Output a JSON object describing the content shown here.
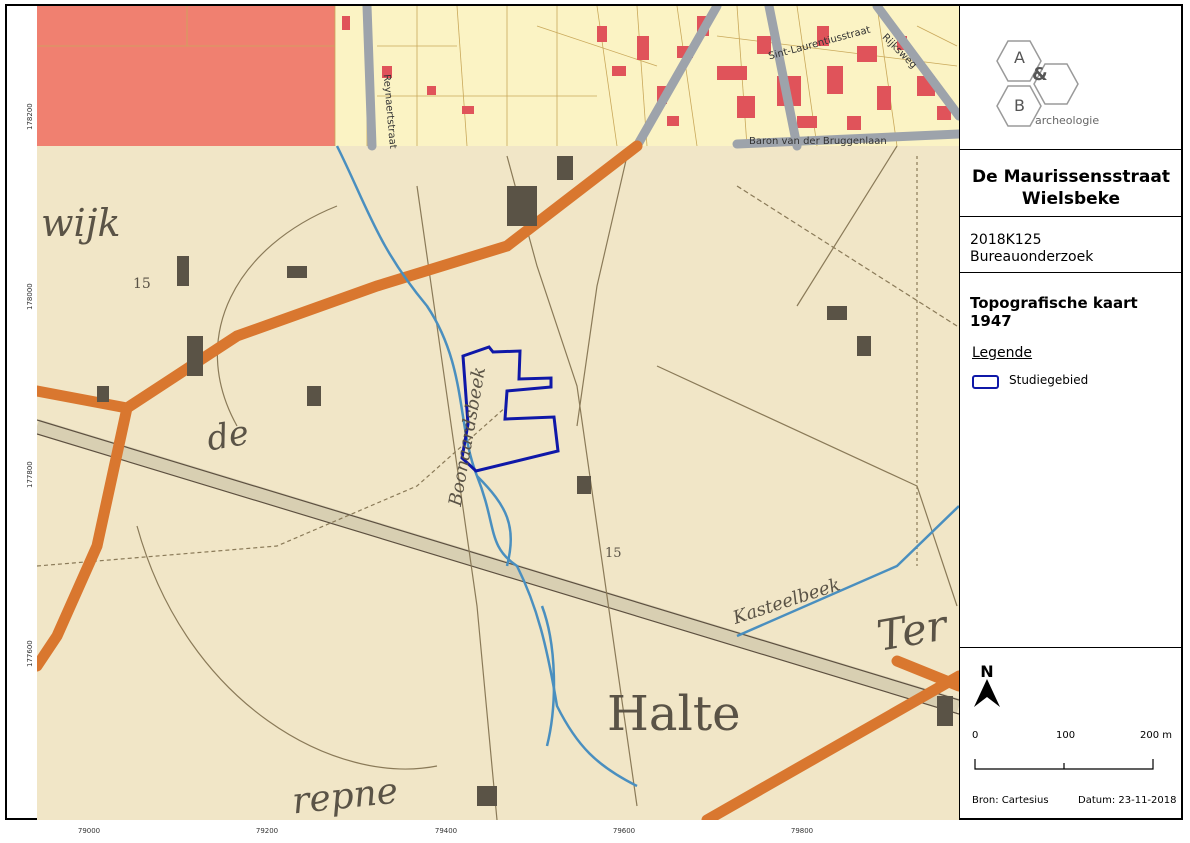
{
  "axes": {
    "y_ticks": [
      "178200",
      "178000",
      "177800",
      "177600"
    ],
    "x_ticks": [
      "79000",
      "79200",
      "79400",
      "79600",
      "79800"
    ]
  },
  "map": {
    "street_labels": [
      "Sint-Laurentiusstraat",
      "Rijksweg",
      "Reynaertstraat",
      "Baron van der Bruggenlaan"
    ],
    "historic_labels": [
      "wijk",
      "15",
      "de",
      "Boonaardsbeek",
      "15",
      "Kasteelbeek",
      "Ter",
      "Halte",
      "repne"
    ],
    "colors": {
      "paper": "#f1e6c7",
      "road": "#d9772f",
      "water": "#4a8fbf",
      "study_area": "#0f18a8",
      "modern_bg": "#fbf3c4",
      "modern_zone": "#f08070",
      "building": "#e0535a"
    }
  },
  "panel": {
    "logo": {
      "a": "A",
      "amp": "&",
      "b": "B",
      "text": "archeologie"
    },
    "title": "De Maurissensstraat Wielsbeke",
    "project_code": "2018K125",
    "project_type": "Bureauonderzoek",
    "map_title": "Topografische kaart 1947",
    "legend_label": "Legende",
    "legend_item": "Studiegebied",
    "north": "N",
    "scale": {
      "zero": "0",
      "mid": "100",
      "end": "200 m"
    },
    "source": "Bron: Cartesius",
    "date": "Datum: 23-11-2018"
  }
}
